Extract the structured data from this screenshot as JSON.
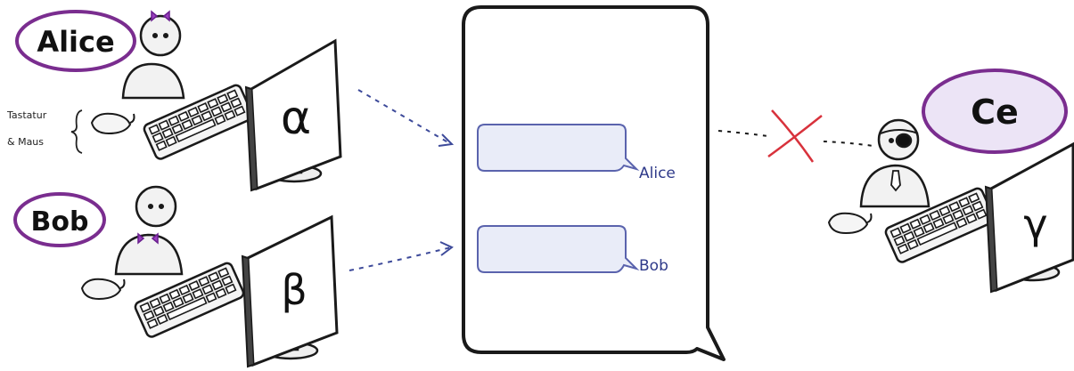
{
  "actors": {
    "alice": {
      "name": "Alice",
      "screen_glyph": "α"
    },
    "bob": {
      "name": "Bob",
      "screen_glyph": "β"
    },
    "eve": {
      "name": "Ce",
      "screen_glyph": "γ"
    }
  },
  "input_label": {
    "line1": "Tastatur",
    "line2": "& Maus"
  },
  "chat": {
    "messages": [
      {
        "sender": "Alice"
      },
      {
        "sender": "Bob"
      }
    ]
  },
  "colors": {
    "name_oval_stroke": "#7a2d8f",
    "name_oval_fill_eve": "#ece4f6",
    "bubble_fill": "#e9ecf8",
    "bubble_stroke": "#5a63ad",
    "arrow": "#3d4a9a",
    "block_cross": "#d8323c",
    "outline": "#1a1a1a"
  },
  "icons": [
    "person-icon",
    "computer-icon",
    "keyboard-icon",
    "mouse-icon",
    "eyepatch-icon",
    "tie-icon",
    "cross-icon"
  ]
}
